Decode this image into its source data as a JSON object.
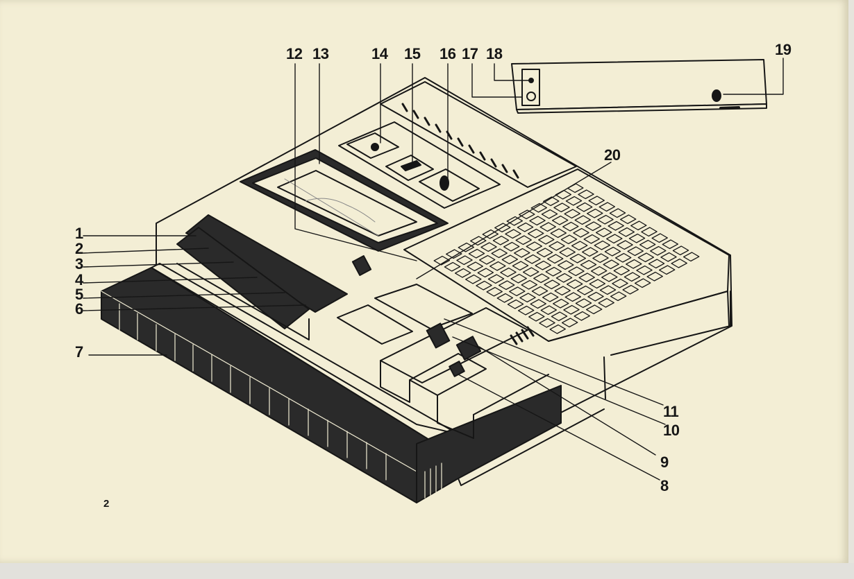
{
  "document": {
    "page_number": "2",
    "callouts": [
      {
        "id": "c1",
        "label": "1"
      },
      {
        "id": "c2",
        "label": "2"
      },
      {
        "id": "c3",
        "label": "3"
      },
      {
        "id": "c4",
        "label": "4"
      },
      {
        "id": "c5",
        "label": "5"
      },
      {
        "id": "c6",
        "label": "6"
      },
      {
        "id": "c7",
        "label": "7"
      },
      {
        "id": "c8",
        "label": "8"
      },
      {
        "id": "c9",
        "label": "9"
      },
      {
        "id": "c10",
        "label": "10"
      },
      {
        "id": "c11",
        "label": "11"
      },
      {
        "id": "c12",
        "label": "12"
      },
      {
        "id": "c13",
        "label": "13"
      },
      {
        "id": "c14",
        "label": "14"
      },
      {
        "id": "c15",
        "label": "15"
      },
      {
        "id": "c16",
        "label": "16"
      },
      {
        "id": "c17",
        "label": "17"
      },
      {
        "id": "c18",
        "label": "18"
      },
      {
        "id": "c19",
        "label": "19"
      },
      {
        "id": "c20",
        "label": "20"
      }
    ]
  },
  "colors": {
    "paper": "#f3eed5",
    "ink": "#161616"
  }
}
